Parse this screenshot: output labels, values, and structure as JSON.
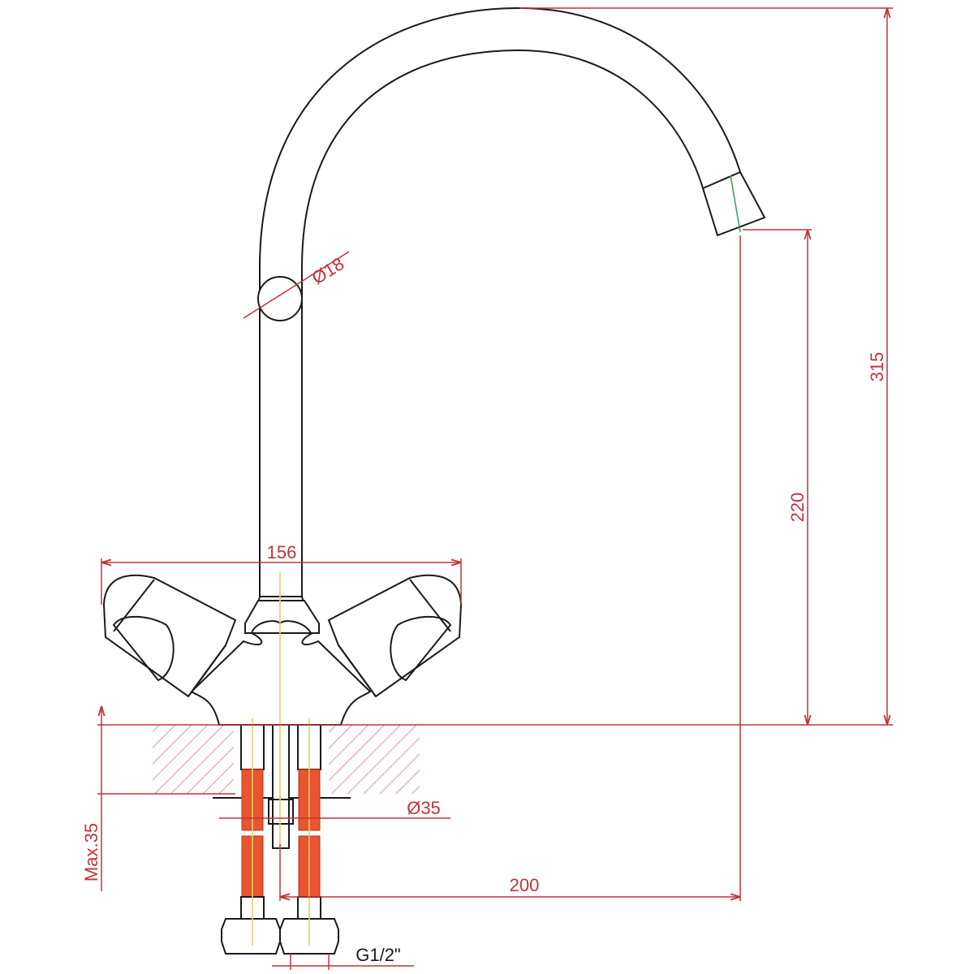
{
  "drawing": {
    "title": "Two-handle kitchen faucet dimension drawing",
    "dimensions": {
      "handle_span": "156",
      "spout_diameter": "Ø18",
      "mount_hole": "Ø35",
      "spout_reach": "200",
      "spout_outlet_height": "220",
      "total_height": "315",
      "max_counter_thickness": "Max.35",
      "connection_thread": "G1/2\""
    },
    "colors": {
      "dimension": "#c0343a",
      "outline": "#1a1a1a",
      "centerline": "#e8cf6a",
      "hose": "#e8552e"
    }
  }
}
